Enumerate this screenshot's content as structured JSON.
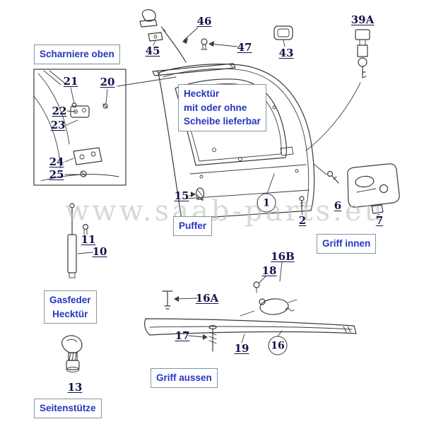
{
  "diagram": {
    "watermark": "www.saab-parts.eu",
    "labels": {
      "scharniere_oben": "Scharniere oben",
      "hecktuer_line1": "Hecktür",
      "hecktuer_line2": "mit oder ohne",
      "hecktuer_line3": "Scheibe lieferbar",
      "puffer": "Puffer",
      "griff_innen": "Griff innen",
      "gasfeder_line1": "Gasfeder",
      "gasfeder_line2": "Hecktür",
      "griff_aussen": "Griff aussen",
      "seitenstuetze": "Seitenstütze"
    },
    "callouts": {
      "c46": "46",
      "c45": "45",
      "c47": "47",
      "c43": "43",
      "c39a": "39A",
      "c21": "21",
      "c20": "20",
      "c22": "22",
      "c23": "23",
      "c24": "24",
      "c25": "25",
      "c15": "15",
      "c1": "1",
      "c2": "2",
      "c6": "6",
      "c7": "7",
      "c11": "11",
      "c10": "10",
      "c16b": "16B",
      "c18": "18",
      "c16a": "16A",
      "c17": "17",
      "c19": "19",
      "c16": "16",
      "c13": "13"
    },
    "colors": {
      "label_text": "#2636c0",
      "label_border": "#7f95a8",
      "callout_text": "#12124d",
      "line_art": "#3a3a3a",
      "watermark": "#bfbfbf",
      "background": "#ffffff"
    }
  }
}
